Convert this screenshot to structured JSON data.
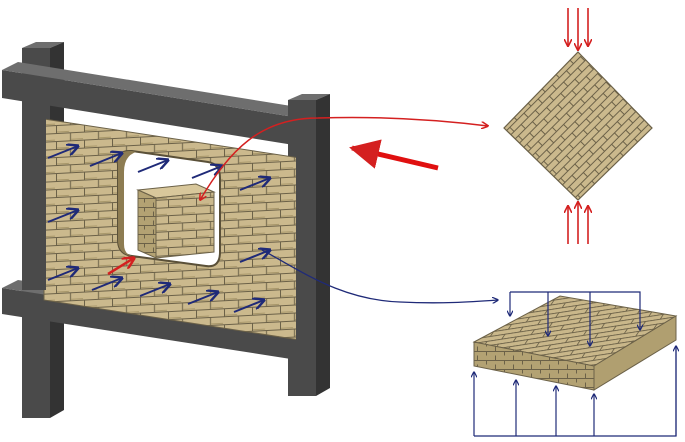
{
  "colors": {
    "background": "#ffffff",
    "frame_front": "#4a4a4a",
    "frame_side": "#2f2f2f",
    "frame_top": "#6e6e6e",
    "brick": "#cbb98d",
    "brick_dark": "#a8976a",
    "mortar": "#6b6148",
    "out_of_plane_arrow": "#1f2a78",
    "in_plane_arrow": "#d42020",
    "in_plane_load_arrow": "#e01010"
  },
  "elements": {
    "frame": "concrete-frame",
    "infill": "masonry-infill-wall",
    "opening": "central-window-opening",
    "in_plane_element": "diagonal-compression-panel",
    "out_of_plane_element": "flexural-slab-panel"
  }
}
